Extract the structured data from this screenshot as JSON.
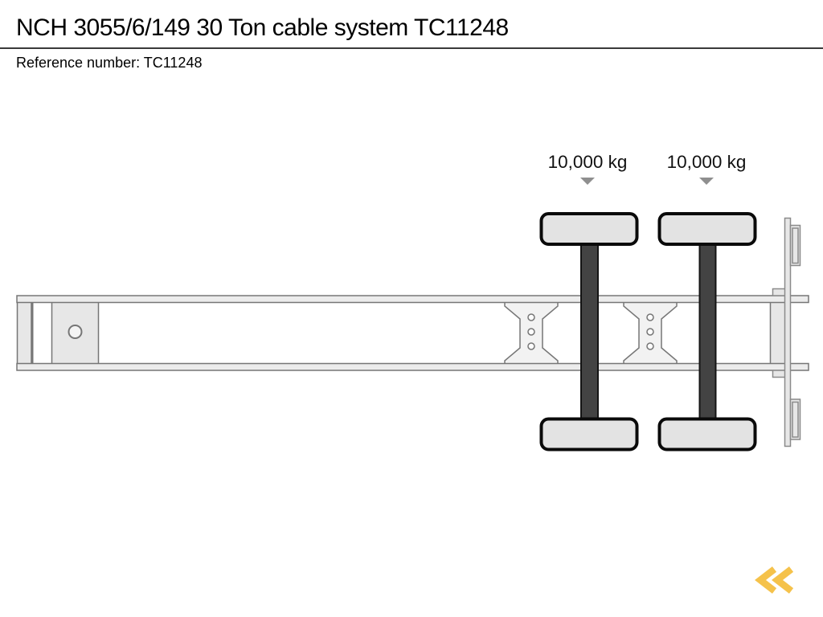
{
  "header": {
    "title": "NCH 3055/6/149 30 Ton cable system TC11248",
    "reference": "Reference number: TC11248"
  },
  "diagram": {
    "type": "trailer-chassis-top-view",
    "axle_labels": [
      {
        "load": "10,000 kg"
      },
      {
        "load": "10,000 kg"
      }
    ]
  },
  "branding": {
    "logo_icon": "double-chevron-left",
    "logo_color": "#F5C24B"
  },
  "colors": {
    "background": "#FFFFFF",
    "frame_fill": "#ECECEC",
    "frame_stroke": "#767676",
    "plate_fill": "#E7E7E7",
    "axle_fill": "#434343",
    "axle_stroke": "#141414",
    "wheel_fill": "#E3E3E3",
    "wheel_stroke": "#0A0A0A",
    "pointer": "#8F8F8F",
    "text": "#000000"
  }
}
